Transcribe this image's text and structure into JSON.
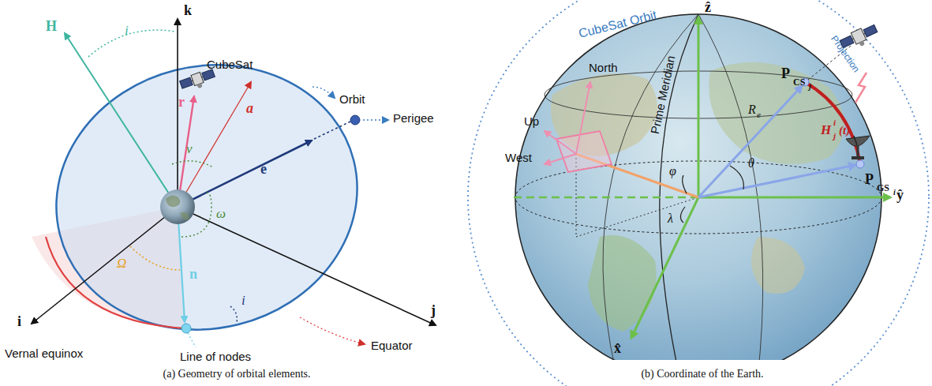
{
  "diagram": {
    "labels": [
      "H⃗",
      "i",
      "k⃗",
      "CubeSat",
      "Orbit",
      "r⃗",
      "a",
      "Perigee",
      "ν",
      "e⃗",
      "ω",
      "Ω",
      "n⃗",
      "i",
      "Equator",
      "j⃗",
      "i⃗",
      "Vernal equinox",
      "Line of nodes",
      "(a) Geometry of orbital elements.",
      "CubeSat Orbit",
      "ẑ",
      "North",
      "Up",
      "West",
      "Prime Meridian",
      "P⃗",
      "CS",
      "j",
      "R",
      "e",
      "Projection",
      "H",
      "i",
      "j",
      "(t)",
      "θ",
      "P⃗",
      "GS",
      "i",
      "φ",
      "λ",
      "ŷ",
      "x̂",
      "(b) Coordinate of the Earth."
    ]
  }
}
